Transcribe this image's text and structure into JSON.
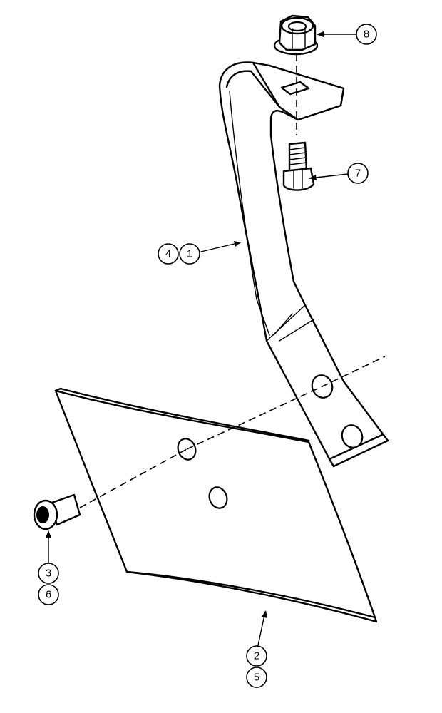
{
  "callouts": {
    "nut": "8",
    "bolt": "7",
    "shank_a": "4",
    "shank_b": "1",
    "plow_bolt_a": "3",
    "plow_bolt_b": "6",
    "sweep_a": "2",
    "sweep_b": "5"
  }
}
